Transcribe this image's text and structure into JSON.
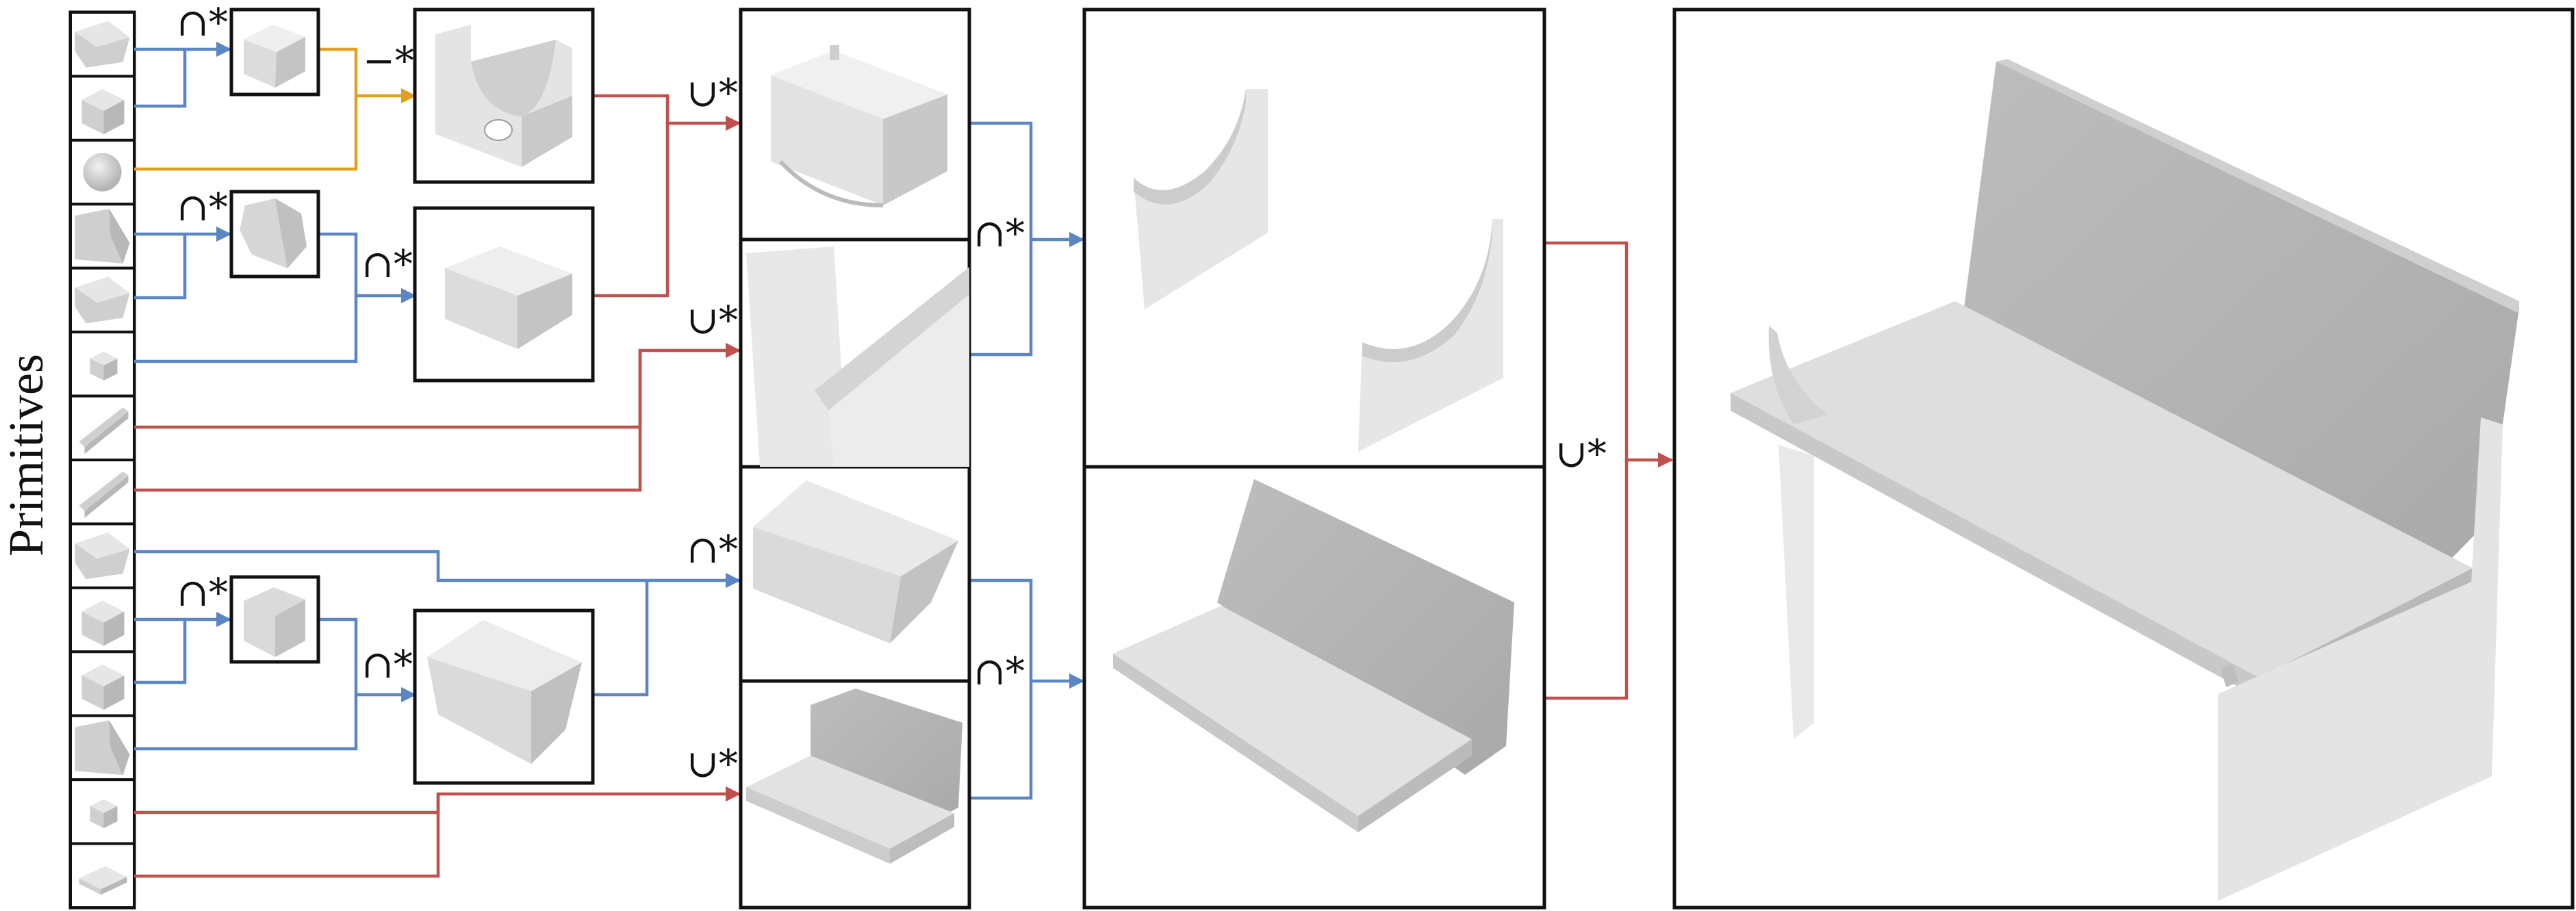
{
  "side_label": "Primitives",
  "ops": {
    "intersect": "∩*",
    "union": "∪*",
    "difference": "−*"
  },
  "colors": {
    "intersect_wire": "#5b86c4",
    "union_wire": "#c0504d",
    "difference_wire": "#e0a020",
    "frame": "#111111",
    "shape_light": "#e6e6e6",
    "shape_mid": "#cfcfcf",
    "shape_dark": "#b8b8b8"
  },
  "primitives": [
    {
      "shape": "box-slanted"
    },
    {
      "shape": "box"
    },
    {
      "shape": "sphere"
    },
    {
      "shape": "wedge"
    },
    {
      "shape": "box-slanted"
    },
    {
      "shape": "small-box"
    },
    {
      "shape": "thin-plate"
    },
    {
      "shape": "thin-plate"
    },
    {
      "shape": "box-slanted"
    },
    {
      "shape": "box"
    },
    {
      "shape": "box"
    },
    {
      "shape": "wedge"
    },
    {
      "shape": "small-box"
    },
    {
      "shape": "flat-box"
    }
  ]
}
